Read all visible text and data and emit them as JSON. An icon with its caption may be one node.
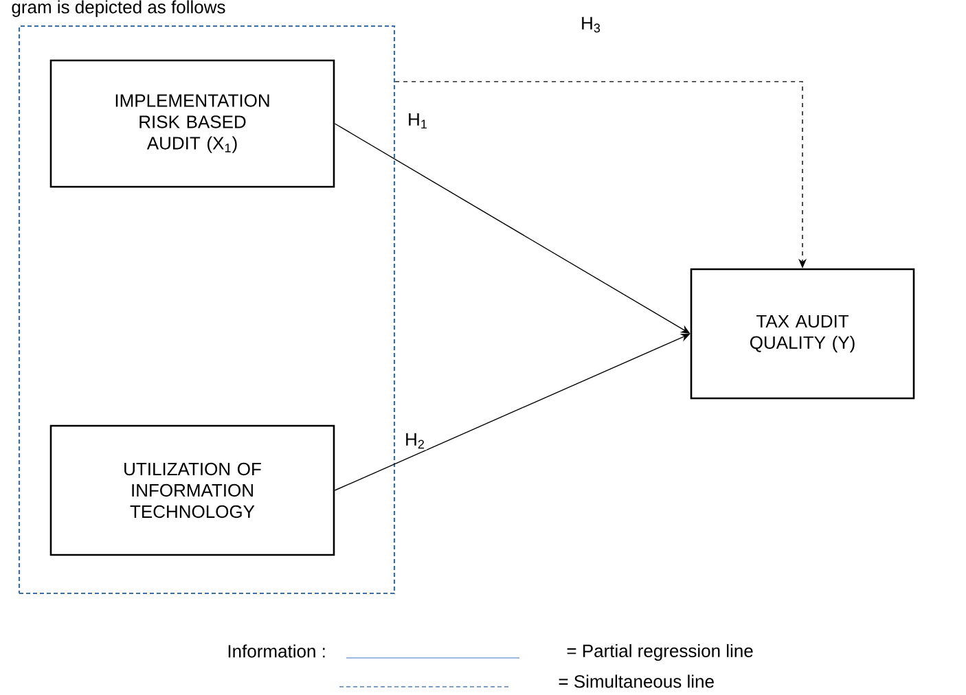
{
  "diagram": {
    "nodes": [
      {
        "text": [],
        "shape": "box"
      },
      {
        "text": [
          "IMPLEMENTATION RISK BASED AUDIT  (X$_{1}$)"
        ],
        "in": 0
      },
      {
        "text": [
          "UTILIZATION OF INFORMATION TECHNOLOGY"
        ],
        "in": 0
      },
      {
        "text": [
          "TAX AUDIT QUALITY (Y)"
        ]
      }
    ],
    "edges": [
      {
        "from": 0,
        "to": 3,
        "arrow": "to",
        "label": "H$_{3}$",
        "style": "dashed"
      },
      {
        "from": 1,
        "to": 3,
        "arrow": "to",
        "label": "H$_{1}$"
      },
      {
        "from": 2,
        "to": 3,
        "arrow": "to",
        "label": "H$_{2}$"
      }
    ],
    "labels": [
      "gram is depicted as follows",
      "Information :"
    ],
    "legend": [
      {
        "text": "= Partial regression line"
      },
      {
        "text": "= Simultaneous line"
      }
    ]
  }
}
